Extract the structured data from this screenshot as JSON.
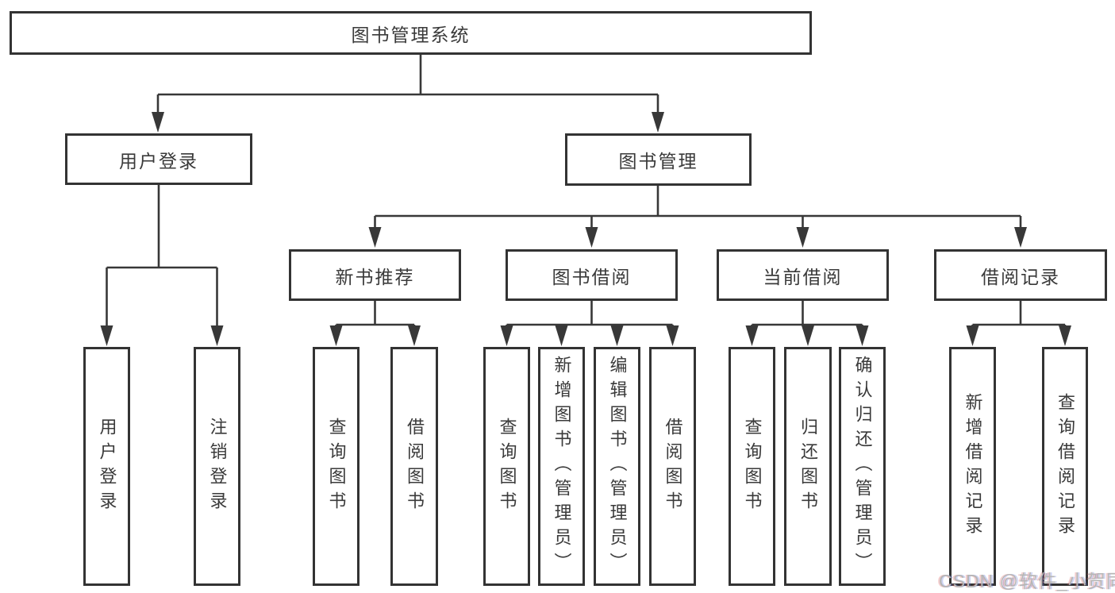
{
  "diagram": {
    "root": {
      "label": "图书管理系统"
    },
    "level2": {
      "user_login": {
        "label": "用户登录"
      },
      "book_management": {
        "label": "图书管理"
      }
    },
    "level3": {
      "new_book_recommend": {
        "label": "新书推荐"
      },
      "book_borrow": {
        "label": "图书借阅"
      },
      "current_borrow": {
        "label": "当前借阅"
      },
      "borrow_records": {
        "label": "借阅记录"
      }
    },
    "leaves": {
      "user_login": [
        "用户登录",
        "注销登录"
      ],
      "new_book_recommend": [
        "查询图书",
        "借阅图书"
      ],
      "book_borrow": [
        "查询图书",
        "新增图书（管理员）",
        "编辑图书（管理员）",
        "借阅图书"
      ],
      "current_borrow": [
        "查询图书",
        "归还图书",
        "确认归还（管理员）"
      ],
      "borrow_records": [
        "新增借阅记录",
        "查询借阅记录"
      ]
    }
  },
  "watermark": {
    "text": "CSDN @软件_小贺同学"
  },
  "colors": {
    "line": "#383838",
    "box_border": "#333333",
    "text": "#3a3a3a",
    "watermark": "#b6b6b6",
    "background": "#ffffff"
  }
}
